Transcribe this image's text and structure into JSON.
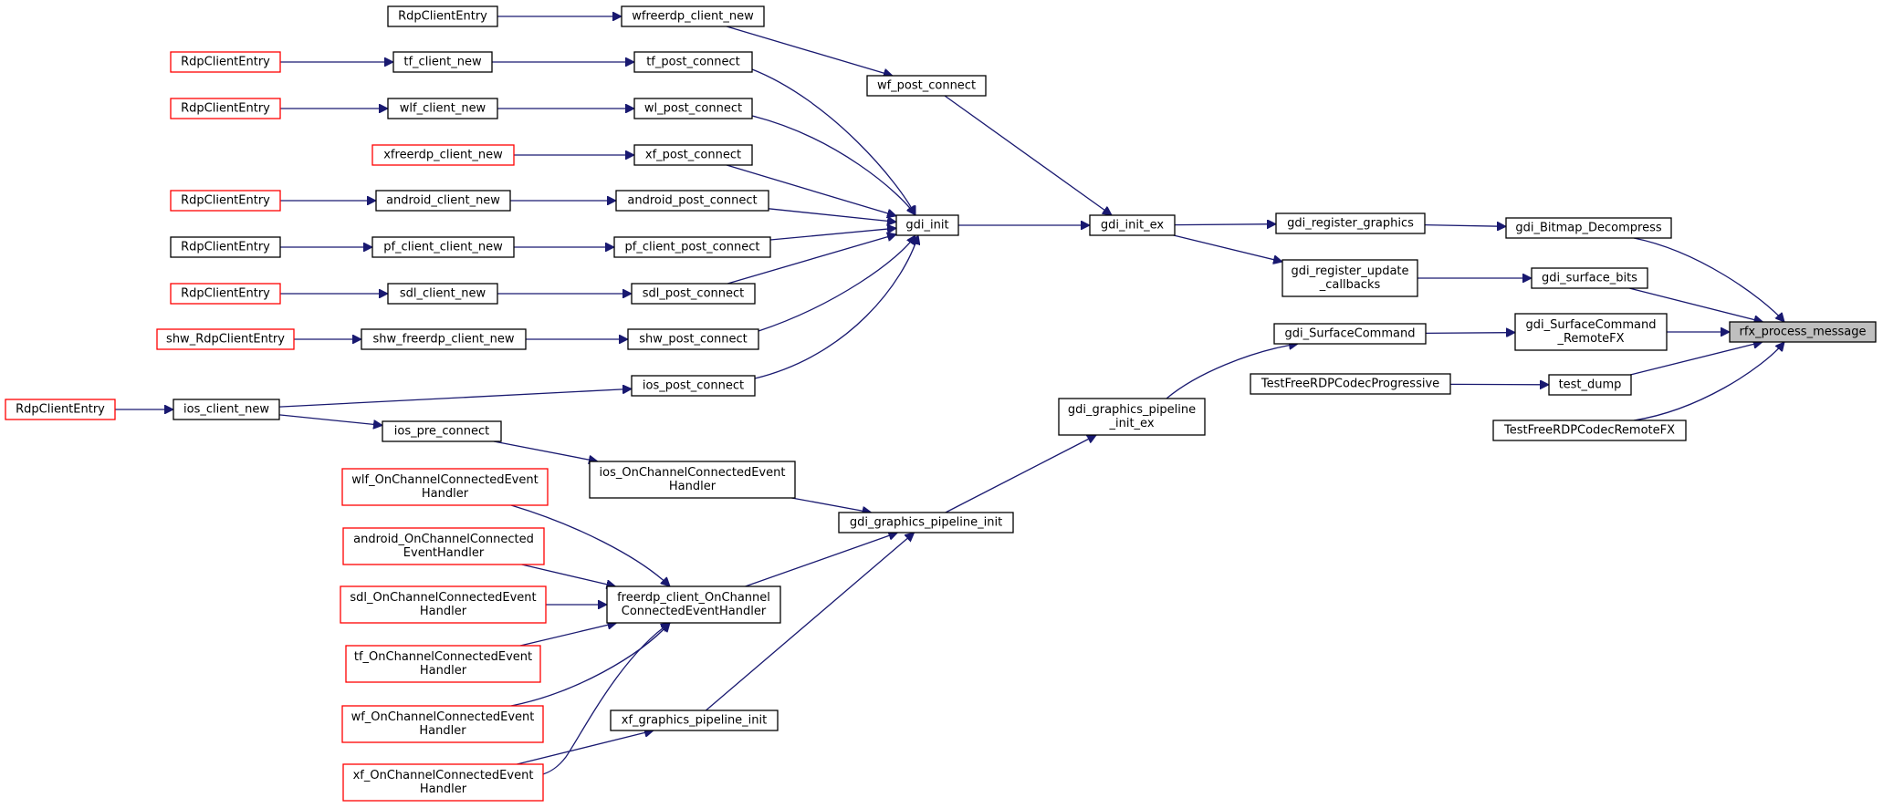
{
  "graph": {
    "title": "",
    "colors": {
      "edge": "#191970",
      "root_fill": "#bfbfbf",
      "red_border": "#ff0000",
      "black_border": "#000000"
    },
    "nodes": [
      {
        "id": "n_rdp1",
        "label": "RdpClientEntry",
        "style": "black"
      },
      {
        "id": "n_wfreerdp_client_new",
        "label": "wfreerdp_client_new",
        "style": "black"
      },
      {
        "id": "n_rdp2",
        "label": "RdpClientEntry",
        "style": "red"
      },
      {
        "id": "n_tf_client_new",
        "label": "tf_client_new",
        "style": "black"
      },
      {
        "id": "n_tf_post_connect",
        "label": "tf_post_connect",
        "style": "black"
      },
      {
        "id": "n_wf_post_connect",
        "label": "wf_post_connect",
        "style": "black"
      },
      {
        "id": "n_rdp3",
        "label": "RdpClientEntry",
        "style": "red"
      },
      {
        "id": "n_wlf_client_new",
        "label": "wlf_client_new",
        "style": "black"
      },
      {
        "id": "n_wl_post_connect",
        "label": "wl_post_connect",
        "style": "black"
      },
      {
        "id": "n_xfreerdp_client_new",
        "label": "xfreerdp_client_new",
        "style": "red"
      },
      {
        "id": "n_xf_post_connect",
        "label": "xf_post_connect",
        "style": "black"
      },
      {
        "id": "n_rdp4",
        "label": "RdpClientEntry",
        "style": "red"
      },
      {
        "id": "n_android_client_new",
        "label": "android_client_new",
        "style": "black"
      },
      {
        "id": "n_android_post_connect",
        "label": "android_post_connect",
        "style": "black"
      },
      {
        "id": "n_gdi_init",
        "label": "gdi_init",
        "style": "black"
      },
      {
        "id": "n_gdi_init_ex",
        "label": "gdi_init_ex",
        "style": "black"
      },
      {
        "id": "n_gdi_register_graphics",
        "label": "gdi_register_graphics",
        "style": "black"
      },
      {
        "id": "n_gdi_bitmap_decompress",
        "label": "gdi_Bitmap_Decompress",
        "style": "black"
      },
      {
        "id": "n_rdp5",
        "label": "RdpClientEntry",
        "style": "black"
      },
      {
        "id": "n_pf_client_client_new",
        "label": "pf_client_client_new",
        "style": "black"
      },
      {
        "id": "n_pf_client_post_connect",
        "label": "pf_client_post_connect",
        "style": "black"
      },
      {
        "id": "n_gdi_register_update_callbacks",
        "label": [
          "gdi_register_update",
          "_callbacks"
        ],
        "style": "black"
      },
      {
        "id": "n_gdi_surface_bits",
        "label": "gdi_surface_bits",
        "style": "black"
      },
      {
        "id": "n_rdp6",
        "label": "RdpClientEntry",
        "style": "red"
      },
      {
        "id": "n_sdl_client_new",
        "label": "sdl_client_new",
        "style": "black"
      },
      {
        "id": "n_sdl_post_connect",
        "label": "sdl_post_connect",
        "style": "black"
      },
      {
        "id": "n_rfx_process_message",
        "label": "rfx_process_message",
        "style": "root"
      },
      {
        "id": "n_shw_rdpcliententry",
        "label": "shw_RdpClientEntry",
        "style": "red"
      },
      {
        "id": "n_shw_freerdp_client_new",
        "label": "shw_freerdp_client_new",
        "style": "black"
      },
      {
        "id": "n_shw_post_connect",
        "label": "shw_post_connect",
        "style": "black"
      },
      {
        "id": "n_gdi_surfacecommand",
        "label": "gdi_SurfaceCommand",
        "style": "black"
      },
      {
        "id": "n_gdi_surfacecommand_remotefx",
        "label": [
          "gdi_SurfaceCommand",
          "_RemoteFX"
        ],
        "style": "black"
      },
      {
        "id": "n_testfreerdpcodecprogressive",
        "label": "TestFreeRDPCodecProgressive",
        "style": "black"
      },
      {
        "id": "n_test_dump",
        "label": "test_dump",
        "style": "black"
      },
      {
        "id": "n_rdp7",
        "label": "RdpClientEntry",
        "style": "red"
      },
      {
        "id": "n_ios_client_new",
        "label": "ios_client_new",
        "style": "black"
      },
      {
        "id": "n_ios_post_connect",
        "label": "ios_post_connect",
        "style": "black"
      },
      {
        "id": "n_gdi_graphics_pipeline_init_ex",
        "label": [
          "gdi_graphics_pipeline",
          "_init_ex"
        ],
        "style": "black"
      },
      {
        "id": "n_testfreerdpcodecremotefx",
        "label": "TestFreeRDPCodecRemoteFX",
        "style": "black"
      },
      {
        "id": "n_ios_pre_connect",
        "label": "ios_pre_connect",
        "style": "black"
      },
      {
        "id": "n_ios_onchannelconnected",
        "label": [
          "ios_OnChannelConnectedEvent",
          "Handler"
        ],
        "style": "black"
      },
      {
        "id": "n_wlf_onchannelconnected",
        "label": [
          "wlf_OnChannelConnectedEvent",
          "Handler"
        ],
        "style": "red"
      },
      {
        "id": "n_gdi_graphics_pipeline_init",
        "label": "gdi_graphics_pipeline_init",
        "style": "black"
      },
      {
        "id": "n_android_onchannelconnected",
        "label": [
          "android_OnChannelConnected",
          "EventHandler"
        ],
        "style": "red"
      },
      {
        "id": "n_sdl_onchannelconnected",
        "label": [
          "sdl_OnChannelConnectedEvent",
          "Handler"
        ],
        "style": "red"
      },
      {
        "id": "n_freerdp_client_onchannel",
        "label": [
          "freerdp_client_OnChannel",
          "ConnectedEventHandler"
        ],
        "style": "black"
      },
      {
        "id": "n_tf_onchannelconnected",
        "label": [
          "tf_OnChannelConnectedEvent",
          "Handler"
        ],
        "style": "red"
      },
      {
        "id": "n_wf_onchannelconnected",
        "label": [
          "wf_OnChannelConnectedEvent",
          "Handler"
        ],
        "style": "red"
      },
      {
        "id": "n_xf_graphics_pipeline_init",
        "label": "xf_graphics_pipeline_init",
        "style": "black"
      },
      {
        "id": "n_xf_onchannelconnected",
        "label": [
          "xf_OnChannelConnectedEvent",
          "Handler"
        ],
        "style": "red"
      }
    ],
    "edges": [
      [
        "n_wfreerdp_client_new",
        "n_rdp1"
      ],
      [
        "n_tf_client_new",
        "n_rdp2"
      ],
      [
        "n_tf_post_connect",
        "n_tf_client_new"
      ],
      [
        "n_wf_post_connect",
        "n_wfreerdp_client_new"
      ],
      [
        "n_wlf_client_new",
        "n_rdp3"
      ],
      [
        "n_wl_post_connect",
        "n_wlf_client_new"
      ],
      [
        "n_xf_post_connect",
        "n_xfreerdp_client_new"
      ],
      [
        "n_android_client_new",
        "n_rdp4"
      ],
      [
        "n_android_post_connect",
        "n_android_client_new"
      ],
      [
        "n_pf_client_client_new",
        "n_rdp5"
      ],
      [
        "n_pf_client_post_connect",
        "n_pf_client_client_new"
      ],
      [
        "n_sdl_client_new",
        "n_rdp6"
      ],
      [
        "n_sdl_post_connect",
        "n_sdl_client_new"
      ],
      [
        "n_shw_freerdp_client_new",
        "n_shw_rdpcliententry"
      ],
      [
        "n_shw_post_connect",
        "n_shw_freerdp_client_new"
      ],
      [
        "n_ios_client_new",
        "n_rdp7"
      ],
      [
        "n_ios_post_connect",
        "n_ios_client_new"
      ],
      [
        "n_ios_pre_connect",
        "n_ios_client_new"
      ],
      [
        "n_gdi_init",
        "n_tf_post_connect"
      ],
      [
        "n_gdi_init",
        "n_wl_post_connect"
      ],
      [
        "n_gdi_init",
        "n_xf_post_connect"
      ],
      [
        "n_gdi_init",
        "n_android_post_connect"
      ],
      [
        "n_gdi_init",
        "n_pf_client_post_connect"
      ],
      [
        "n_gdi_init",
        "n_sdl_post_connect"
      ],
      [
        "n_gdi_init",
        "n_shw_post_connect"
      ],
      [
        "n_gdi_init",
        "n_ios_post_connect"
      ],
      [
        "n_gdi_init_ex",
        "n_wf_post_connect"
      ],
      [
        "n_gdi_init_ex",
        "n_gdi_init"
      ],
      [
        "n_gdi_register_graphics",
        "n_gdi_init_ex"
      ],
      [
        "n_gdi_register_update_callbacks",
        "n_gdi_init_ex"
      ],
      [
        "n_gdi_bitmap_decompress",
        "n_gdi_register_graphics"
      ],
      [
        "n_gdi_surface_bits",
        "n_gdi_register_update_callbacks"
      ],
      [
        "n_gdi_surfacecommand_remotefx",
        "n_gdi_surfacecommand"
      ],
      [
        "n_test_dump",
        "n_testfreerdpcodecprogressive"
      ],
      [
        "n_rfx_process_message",
        "n_gdi_bitmap_decompress"
      ],
      [
        "n_rfx_process_message",
        "n_gdi_surface_bits"
      ],
      [
        "n_rfx_process_message",
        "n_gdi_surfacecommand_remotefx"
      ],
      [
        "n_rfx_process_message",
        "n_test_dump"
      ],
      [
        "n_rfx_process_message",
        "n_testfreerdpcodecremotefx"
      ],
      [
        "n_gdi_surfacecommand",
        "n_gdi_graphics_pipeline_init_ex"
      ],
      [
        "n_gdi_graphics_pipeline_init_ex",
        "n_gdi_graphics_pipeline_init"
      ],
      [
        "n_ios_onchannelconnected",
        "n_ios_pre_connect"
      ],
      [
        "n_gdi_graphics_pipeline_init",
        "n_ios_onchannelconnected"
      ],
      [
        "n_gdi_graphics_pipeline_init",
        "n_freerdp_client_onchannel"
      ],
      [
        "n_gdi_graphics_pipeline_init",
        "n_xf_graphics_pipeline_init"
      ],
      [
        "n_freerdp_client_onchannel",
        "n_wlf_onchannelconnected"
      ],
      [
        "n_freerdp_client_onchannel",
        "n_android_onchannelconnected"
      ],
      [
        "n_freerdp_client_onchannel",
        "n_sdl_onchannelconnected"
      ],
      [
        "n_freerdp_client_onchannel",
        "n_tf_onchannelconnected"
      ],
      [
        "n_freerdp_client_onchannel",
        "n_wf_onchannelconnected"
      ],
      [
        "n_freerdp_client_onchannel",
        "n_xf_onchannelconnected"
      ],
      [
        "n_xf_graphics_pipeline_init",
        "n_xf_onchannelconnected"
      ]
    ]
  }
}
